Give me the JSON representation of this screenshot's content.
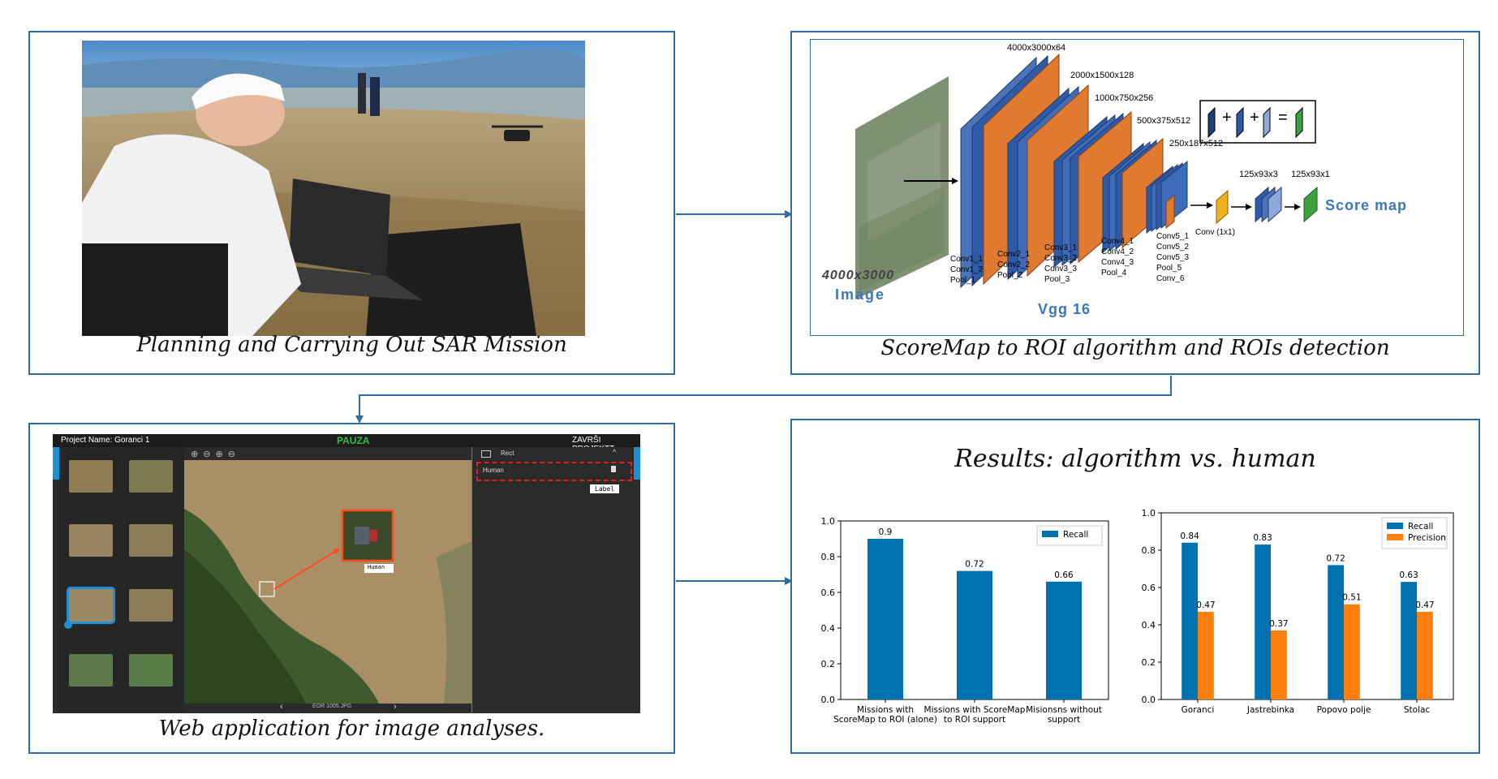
{
  "panels": {
    "sar": {
      "caption": "Planning and Carrying Out SAR Mission"
    },
    "cnn": {
      "caption": "ScoreMap to ROI algorithm and ROIs detection",
      "input_size": "4000x3000",
      "input_label": "Image",
      "network_label": "Vgg 16",
      "scoremap_label": "Score map",
      "dims": {
        "d1": "4000x3000x64",
        "d2": "2000x1500x128",
        "d3": "1000x750x256",
        "d4": "500x375x512",
        "d5": "250x187x512",
        "d6": "125x93x3",
        "d7": "125x93x1"
      },
      "layers": {
        "b1": [
          "Conv1_1",
          "Conv1_2",
          "Pool_1"
        ],
        "b2": [
          "Conv2_1",
          "Conv2_2",
          "Pool_2"
        ],
        "b3": [
          "Conv3_1",
          "Conv3_2",
          "Conv3_3",
          "Pool_3"
        ],
        "b4": [
          "Conv4_1",
          "Conv4_2",
          "Conv4_3",
          "Pool_4"
        ],
        "b5": [
          "Conv5_1",
          "Conv5_2",
          "Conv5_3",
          "Pool_5",
          "Conv_6"
        ]
      },
      "conv1x1": "Conv (1x1)",
      "legend_ops": {
        "plus": "+",
        "equals": "="
      }
    },
    "webapp": {
      "caption": "Web application for image analyses.",
      "project_name": "Project Name: Goranci 1",
      "status": "PAUZA",
      "finish": "ZAVRŠI PROJEKTT",
      "tool_rect": "Rect",
      "label_value": "Human",
      "label_button": "Label",
      "box_label": "Human",
      "filename": "EOR 1005.JPG"
    },
    "results": {
      "title": "Results: algorithm vs. human"
    }
  },
  "chart_data": [
    {
      "type": "bar",
      "categories": [
        "Missions with ScoreMap to ROI (alone)",
        "Missions with ScoreMap to ROI support",
        "Misionsns without support"
      ],
      "category_lines": [
        [
          "Missions with",
          "ScoreMap to ROI (alone)"
        ],
        [
          "Missions with ScoreMap",
          "to ROI support"
        ],
        [
          "Misionsns without",
          "support"
        ]
      ],
      "series": [
        {
          "name": "Recall",
          "values": [
            0.9,
            0.72,
            0.66
          ],
          "color": "#0072b2"
        }
      ],
      "value_labels": [
        "0.9",
        "0.72",
        "0.66"
      ],
      "ylim": [
        0,
        1.0
      ],
      "yticks": [
        0.0,
        0.2,
        0.4,
        0.6,
        0.8,
        1.0
      ],
      "ytick_labels": [
        "0.0",
        "0.2",
        "0.4",
        "0.6",
        "0.8",
        "1.0"
      ],
      "legend": "top-right",
      "grid": false
    },
    {
      "type": "bar",
      "categories": [
        "Goranci",
        "Jastrebinka",
        "Popovo polje",
        "Stolac"
      ],
      "series": [
        {
          "name": "Recall",
          "values": [
            0.84,
            0.83,
            0.72,
            0.63
          ],
          "color": "#0072b2",
          "labels": [
            "0.84",
            "0.83",
            "0.72",
            "0.63"
          ]
        },
        {
          "name": "Precision",
          "values": [
            0.47,
            0.37,
            0.51,
            0.47
          ],
          "color": "#ff7f0e",
          "labels": [
            "0.47",
            "0.37",
            "0.51",
            "0.47"
          ]
        }
      ],
      "ylim": [
        0,
        1.0
      ],
      "yticks": [
        0.0,
        0.2,
        0.4,
        0.6,
        0.8,
        1.0
      ],
      "ytick_labels": [
        "0.0",
        "0.2",
        "0.4",
        "0.6",
        "0.8",
        "1.0"
      ],
      "legend": "top-right",
      "grid": false
    }
  ]
}
